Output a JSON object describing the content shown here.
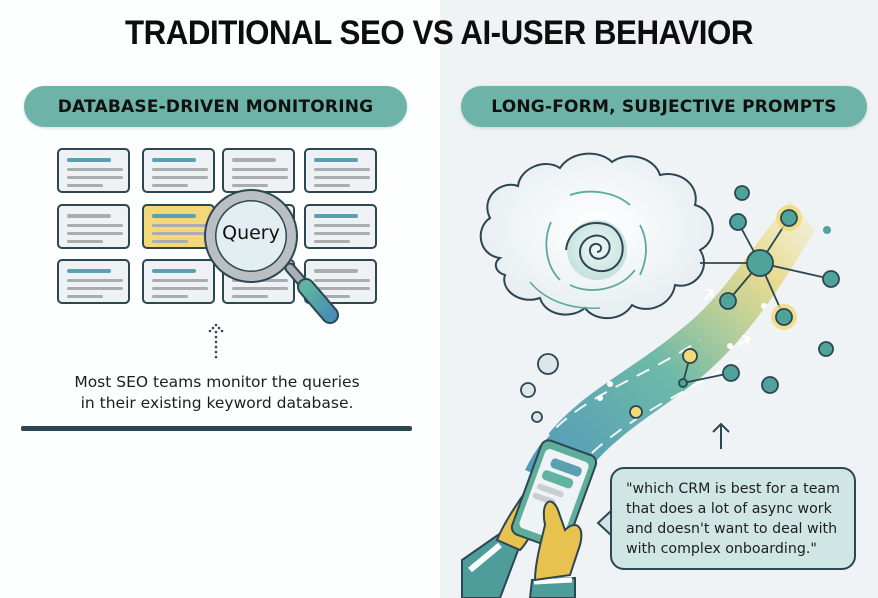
{
  "title": "TRADITIONAL SEO VS AI-USER BEHAVIOR",
  "left_panel": {
    "header": "DATABASE-DRIVEN MONITORING",
    "magnifier_label": "Query",
    "caption_line1": "Most SEO teams monitor the queries",
    "caption_line2": "in their existing keyword database.",
    "cards": [
      {
        "row": 0,
        "col": 0,
        "highlight": "teal"
      },
      {
        "row": 0,
        "col": 1,
        "highlight": "teal"
      },
      {
        "row": 0,
        "col": 2,
        "highlight": "grey"
      },
      {
        "row": 0,
        "col": 3,
        "highlight": "teal"
      },
      {
        "row": 1,
        "col": 0,
        "highlight": "grey"
      },
      {
        "row": 1,
        "col": 1,
        "highlight": "teal",
        "selected": true
      },
      {
        "row": 1,
        "col": 2,
        "highlight": "grey"
      },
      {
        "row": 1,
        "col": 3,
        "highlight": "teal"
      },
      {
        "row": 2,
        "col": 0,
        "highlight": "teal"
      },
      {
        "row": 2,
        "col": 1,
        "highlight": "teal"
      },
      {
        "row": 2,
        "col": 2,
        "highlight": "grey"
      },
      {
        "row": 2,
        "col": 3,
        "highlight": "grey"
      }
    ]
  },
  "right_panel": {
    "header": "LONG-FORM, SUBJECTIVE PROMPTS",
    "prompt_line1": "\"which CRM is best for a team",
    "prompt_line2": "that does a lot of async work",
    "prompt_line3": "and doesn't want to deal with",
    "prompt_line4": "with complex onboarding.\""
  },
  "colors": {
    "pill": "#6db3a7",
    "outline": "#2c4652",
    "teal_bar": "#5aa0b1",
    "yellow": "#f2d878",
    "bubble": "#cfe6e4",
    "right_bg": "#eff3f5"
  }
}
